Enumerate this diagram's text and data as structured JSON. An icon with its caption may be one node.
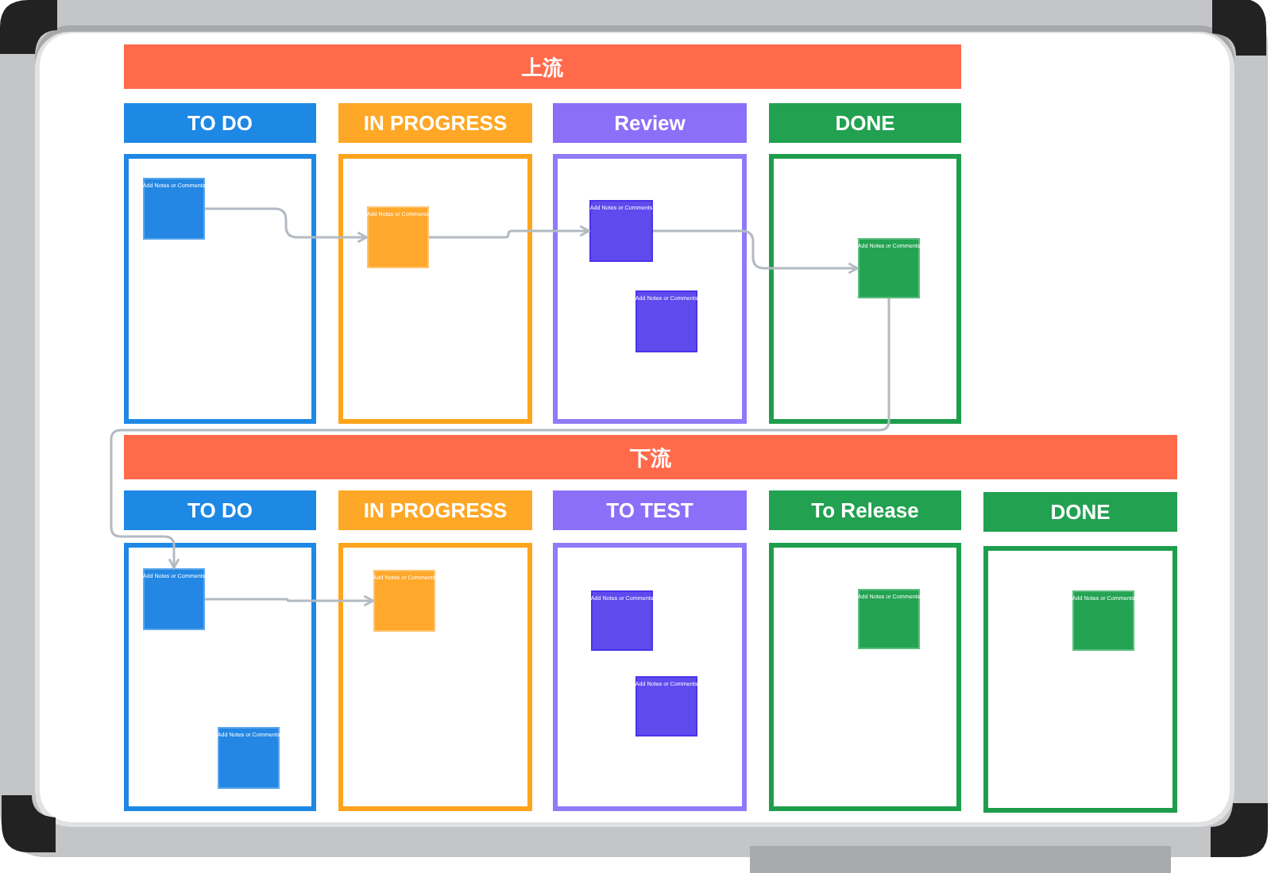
{
  "diagram": {
    "nodes": [
      {
        "text": [
          "上流"
        ]
      },
      {
        "text": [
          "TO DO"
        ]
      },
      {
        "text": [
          "IN PROGRESS"
        ]
      },
      {
        "text": [
          "Review"
        ]
      },
      {
        "text": [
          "DONE"
        ]
      },
      {
        "text": [],
        "shape": "box"
      },
      {
        "text": [
          "Add Notes or Comments"
        ],
        "in": 5
      },
      {
        "text": [],
        "shape": "box"
      },
      {
        "text": [
          "Add Notes or Comments"
        ],
        "in": 7
      },
      {
        "text": [],
        "shape": "box"
      },
      {
        "text": [
          "Add Notes or Comments"
        ],
        "in": 9
      },
      {
        "text": [
          "Add Notes or Comments"
        ],
        "in": 9
      },
      {
        "text": [],
        "shape": "box"
      },
      {
        "text": [
          "Add Notes or Comments"
        ],
        "in": 12
      },
      {
        "text": [
          "下流"
        ]
      },
      {
        "text": [
          "TO DO"
        ]
      },
      {
        "text": [
          "IN PROGRESS"
        ]
      },
      {
        "text": [
          "TO TEST"
        ]
      },
      {
        "text": [
          "To Release"
        ]
      },
      {
        "text": [
          "DONE"
        ]
      },
      {
        "text": [],
        "shape": "box"
      },
      {
        "text": [
          "Add Notes or Comments"
        ],
        "in": 20
      },
      {
        "text": [
          "Add Notes or Comments"
        ],
        "in": 20
      },
      {
        "text": [],
        "shape": "box"
      },
      {
        "text": [
          "Add Notes or Comments"
        ],
        "in": 23
      },
      {
        "text": [],
        "shape": "box"
      },
      {
        "text": [
          "Add Notes or Comments"
        ],
        "in": 25
      },
      {
        "text": [
          "Add Notes or Comments"
        ],
        "in": 25
      },
      {
        "text": [],
        "shape": "box"
      },
      {
        "text": [
          "Add Notes or Comments"
        ],
        "in": 28
      },
      {
        "text": [],
        "shape": "box"
      },
      {
        "text": [
          "Add Notes or Comments"
        ],
        "in": 30
      }
    ],
    "edges": [
      {
        "from": 6,
        "to": 8,
        "arrow": "to"
      },
      {
        "from": 8,
        "to": 10,
        "arrow": "to"
      },
      {
        "from": 10,
        "to": 13,
        "arrow": "to"
      },
      {
        "from": 13,
        "to": 21,
        "arrow": "to"
      },
      {
        "from": 21,
        "to": 24,
        "arrow": "to"
      }
    ]
  }
}
